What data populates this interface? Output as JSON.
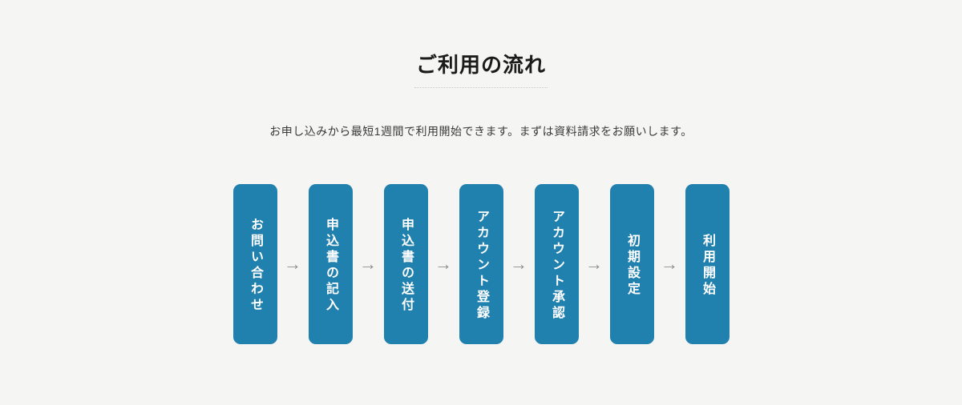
{
  "colors": {
    "background": "#f5f5f4",
    "step_box": "#2080ae",
    "step_text": "#ffffff",
    "arrow": "#8f8f8f",
    "title_text": "#1b1b1b",
    "subtitle_text": "#3a3a3a",
    "title_underline": "#c9c9c9"
  },
  "section": {
    "title": "ご利用の流れ",
    "subtitle": "お申し込みから最短1週間で利用開始できます。まずは資料請求をお願いします。"
  },
  "flow": {
    "arrow": "→",
    "steps": [
      {
        "label": "お問い合わせ"
      },
      {
        "label": "申込書の記入"
      },
      {
        "label": "申込書の送付"
      },
      {
        "label": "アカウント登録"
      },
      {
        "label": "アカウント承認"
      },
      {
        "label": "初期設定"
      },
      {
        "label": "利用開始"
      }
    ]
  }
}
